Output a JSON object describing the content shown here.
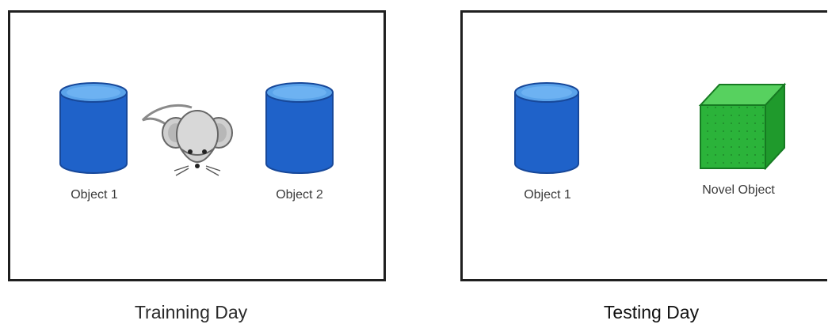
{
  "panels": {
    "training": {
      "caption": "Trainning Day",
      "object1_label": "Object 1",
      "object2_label": "Object 2",
      "object1_icon": "blue-cylinder",
      "object2_icon": "blue-cylinder",
      "subject_icon": "mouse"
    },
    "testing": {
      "caption": "Testing Day",
      "object1_label": "Object 1",
      "novel_label": "Novel Object",
      "object1_icon": "blue-cylinder",
      "novel_icon": "green-cube"
    }
  },
  "colors": {
    "cylinder_body": "#1f62c9",
    "cylinder_top": "#5aa3ea",
    "cube": "#2bb33a",
    "border": "#1f1f1f"
  }
}
